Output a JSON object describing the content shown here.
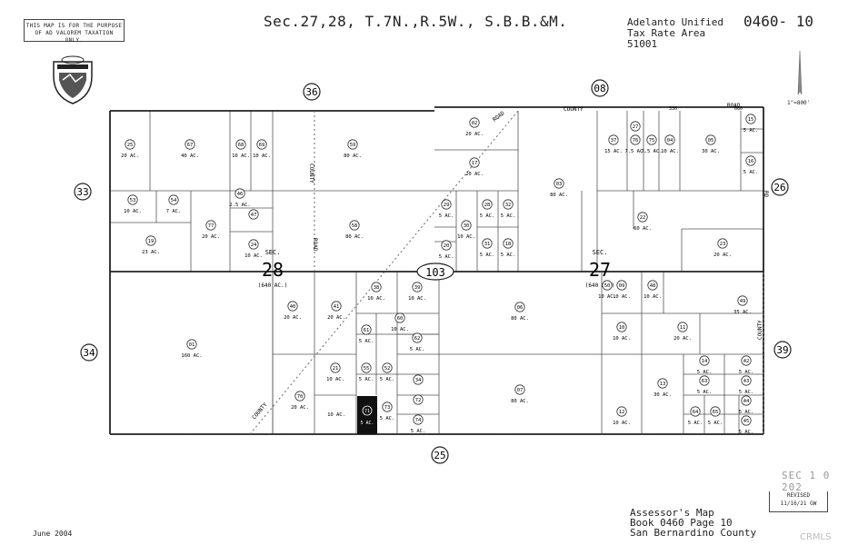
{
  "header": {
    "disclaimer_line1": "THIS MAP IS FOR THE PURPOSE",
    "disclaimer_line2": "OF AD VALOREM TAXATION ONLY.",
    "title": "Sec.27,28, T.7N.,R.5W., S.B.B.&M.",
    "tax_line1": "Adelanto Unified",
    "tax_line2": "Tax Rate Area",
    "tax_line3": "51001",
    "map_number": "0460- 10",
    "scale": "1\"=800'"
  },
  "footer": {
    "date": "June 2004",
    "assessor_line1": "Assessor's Map",
    "assessor_line2": "Book 0460 Page 10",
    "assessor_line3": "San Bernardino County",
    "revised_label": "REVISED",
    "revised_date": "11/16/21 GW",
    "stamp": "SEC 1 0 202",
    "watermark": "CRMLS"
  },
  "map": {
    "sections": [
      {
        "id": "s36",
        "label": "36"
      },
      {
        "id": "s08",
        "label": "08"
      },
      {
        "id": "s33",
        "label": "33"
      },
      {
        "id": "s26",
        "label": "26"
      },
      {
        "id": "s34",
        "label": "34"
      },
      {
        "id": "s39",
        "label": "39"
      },
      {
        "id": "s25",
        "label": "25"
      }
    ],
    "sec28": {
      "label": "SEC.",
      "number": "28",
      "acres": "(640 AC.)"
    },
    "sec27": {
      "label": "SEC.",
      "number": "27",
      "acres": "(640 AC.)"
    },
    "tract": "103",
    "roads": [
      "COUNTY",
      "ROAD",
      "COUNTY",
      "ROAD",
      "COUNTY",
      "ROAD",
      "COUNTY",
      "RD"
    ],
    "parcels": [
      {
        "id": "p25",
        "num": "25",
        "acres": "20 AC."
      },
      {
        "id": "p67",
        "num": "67",
        "acres": "40 AC."
      },
      {
        "id": "p68",
        "num": "68",
        "acres": "10 AC."
      },
      {
        "id": "p69",
        "num": "69",
        "acres": "10 AC."
      },
      {
        "id": "p59",
        "num": "59",
        "acres": "80 AC."
      },
      {
        "id": "p02",
        "num": "02",
        "acres": "20 AC."
      },
      {
        "id": "p17",
        "num": "17",
        "acres": "20 AC."
      },
      {
        "id": "p03",
        "num": "03",
        "acres": "80 AC."
      },
      {
        "id": "p37",
        "num": "37",
        "acres": "15 AC."
      },
      {
        "id": "p27",
        "num": "27",
        "acres": ""
      },
      {
        "id": "p76",
        "num": "76",
        "acres": "7.5 AC."
      },
      {
        "id": "p75",
        "num": "75",
        "acres": "7.5 AC."
      },
      {
        "id": "p04",
        "num": "04",
        "acres": "10 AC."
      },
      {
        "id": "p05",
        "num": "05",
        "acres": "30 AC."
      },
      {
        "id": "p15",
        "num": "15",
        "acres": "5 AC."
      },
      {
        "id": "p16",
        "num": "16",
        "acres": "5 AC."
      },
      {
        "id": "p53",
        "num": "53",
        "acres": "10 AC."
      },
      {
        "id": "p54",
        "num": "54",
        "acres": "7 AC."
      },
      {
        "id": "p46",
        "num": "46",
        "acres": "2.5 AC."
      },
      {
        "id": "p47",
        "num": "47",
        "acres": ""
      },
      {
        "id": "p77",
        "num": "77",
        "acres": "20 AC."
      },
      {
        "id": "p19",
        "num": "19",
        "acres": "23 AC."
      },
      {
        "id": "p24",
        "num": "24",
        "acres": "10 AC."
      },
      {
        "id": "p58",
        "num": "58",
        "acres": "80 AC."
      },
      {
        "id": "p29",
        "num": "29",
        "acres": "5 AC."
      },
      {
        "id": "p30",
        "num": "30",
        "acres": "10 AC."
      },
      {
        "id": "p28",
        "num": "28",
        "acres": "5 AC."
      },
      {
        "id": "p32",
        "num": "32",
        "acres": "5 AC."
      },
      {
        "id": "p31",
        "num": "31",
        "acres": "5 AC."
      },
      {
        "id": "p18",
        "num": "18",
        "acres": "5 AC."
      },
      {
        "id": "p20",
        "num": "20",
        "acres": "5 AC."
      },
      {
        "id": "p22",
        "num": "22",
        "acres": "60 AC."
      },
      {
        "id": "p23",
        "num": "23",
        "acres": "20 AC."
      },
      {
        "id": "p01",
        "num": "01",
        "acres": "160 AC."
      },
      {
        "id": "p40",
        "num": "40",
        "acres": "20 AC."
      },
      {
        "id": "p41",
        "num": "41",
        "acres": "20 AC."
      },
      {
        "id": "p38",
        "num": "38",
        "acres": "10 AC."
      },
      {
        "id": "p39",
        "num": "39",
        "acres": "10 AC."
      },
      {
        "id": "p60",
        "num": "60",
        "acres": "10 AC."
      },
      {
        "id": "p61",
        "num": "61",
        "acres": "5 AC."
      },
      {
        "id": "p62",
        "num": "62",
        "acres": "5 AC."
      },
      {
        "id": "p21",
        "num": "21",
        "acres": "10 AC."
      },
      {
        "id": "p55",
        "num": "55",
        "acres": "5 AC."
      },
      {
        "id": "p52",
        "num": "52",
        "acres": "5 AC."
      },
      {
        "id": "p70",
        "num": "70",
        "acres": "20 AC."
      },
      {
        "id": "p56",
        "num": "",
        "acres": "10 AC."
      },
      {
        "id": "p71",
        "num": "71",
        "acres": "5 AC."
      },
      {
        "id": "p73",
        "num": "73",
        "acres": "5 AC."
      },
      {
        "id": "p34",
        "num": "34",
        "acres": ""
      },
      {
        "id": "p72",
        "num": "72",
        "acres": ""
      },
      {
        "id": "p74",
        "num": "74",
        "acres": "5 AC."
      },
      {
        "id": "p06",
        "num": "06",
        "acres": "80 AC."
      },
      {
        "id": "p07",
        "num": "07",
        "acres": "80 AC."
      },
      {
        "id": "p50",
        "num": "50",
        "acres": "10 AC."
      },
      {
        "id": "p09",
        "num": "09",
        "acres": "10 AC."
      },
      {
        "id": "p48",
        "num": "48",
        "acres": "10 AC."
      },
      {
        "id": "p49",
        "num": "49",
        "acres": "35 AC."
      },
      {
        "id": "p10",
        "num": "10",
        "acres": "10 AC."
      },
      {
        "id": "p11",
        "num": "11",
        "acres": "20 AC."
      },
      {
        "id": "p14",
        "num": "14",
        "acres": "5 AC."
      },
      {
        "id": "p42",
        "num": "42",
        "acres": "5 AC."
      },
      {
        "id": "p13",
        "num": "13",
        "acres": "30 AC."
      },
      {
        "id": "p63",
        "num": "63",
        "acres": "5 AC."
      },
      {
        "id": "p43",
        "num": "43",
        "acres": "5 AC."
      },
      {
        "id": "p44",
        "num": "44",
        "acres": "5 AC."
      },
      {
        "id": "p12",
        "num": "12",
        "acres": "10 AC."
      },
      {
        "id": "p64",
        "num": "64",
        "acres": "5 AC."
      },
      {
        "id": "p65",
        "num": "65",
        "acres": "5 AC."
      },
      {
        "id": "p45",
        "num": "45",
        "acres": "5 AC."
      }
    ],
    "dimension_labels": [
      "330",
      "660"
    ]
  }
}
